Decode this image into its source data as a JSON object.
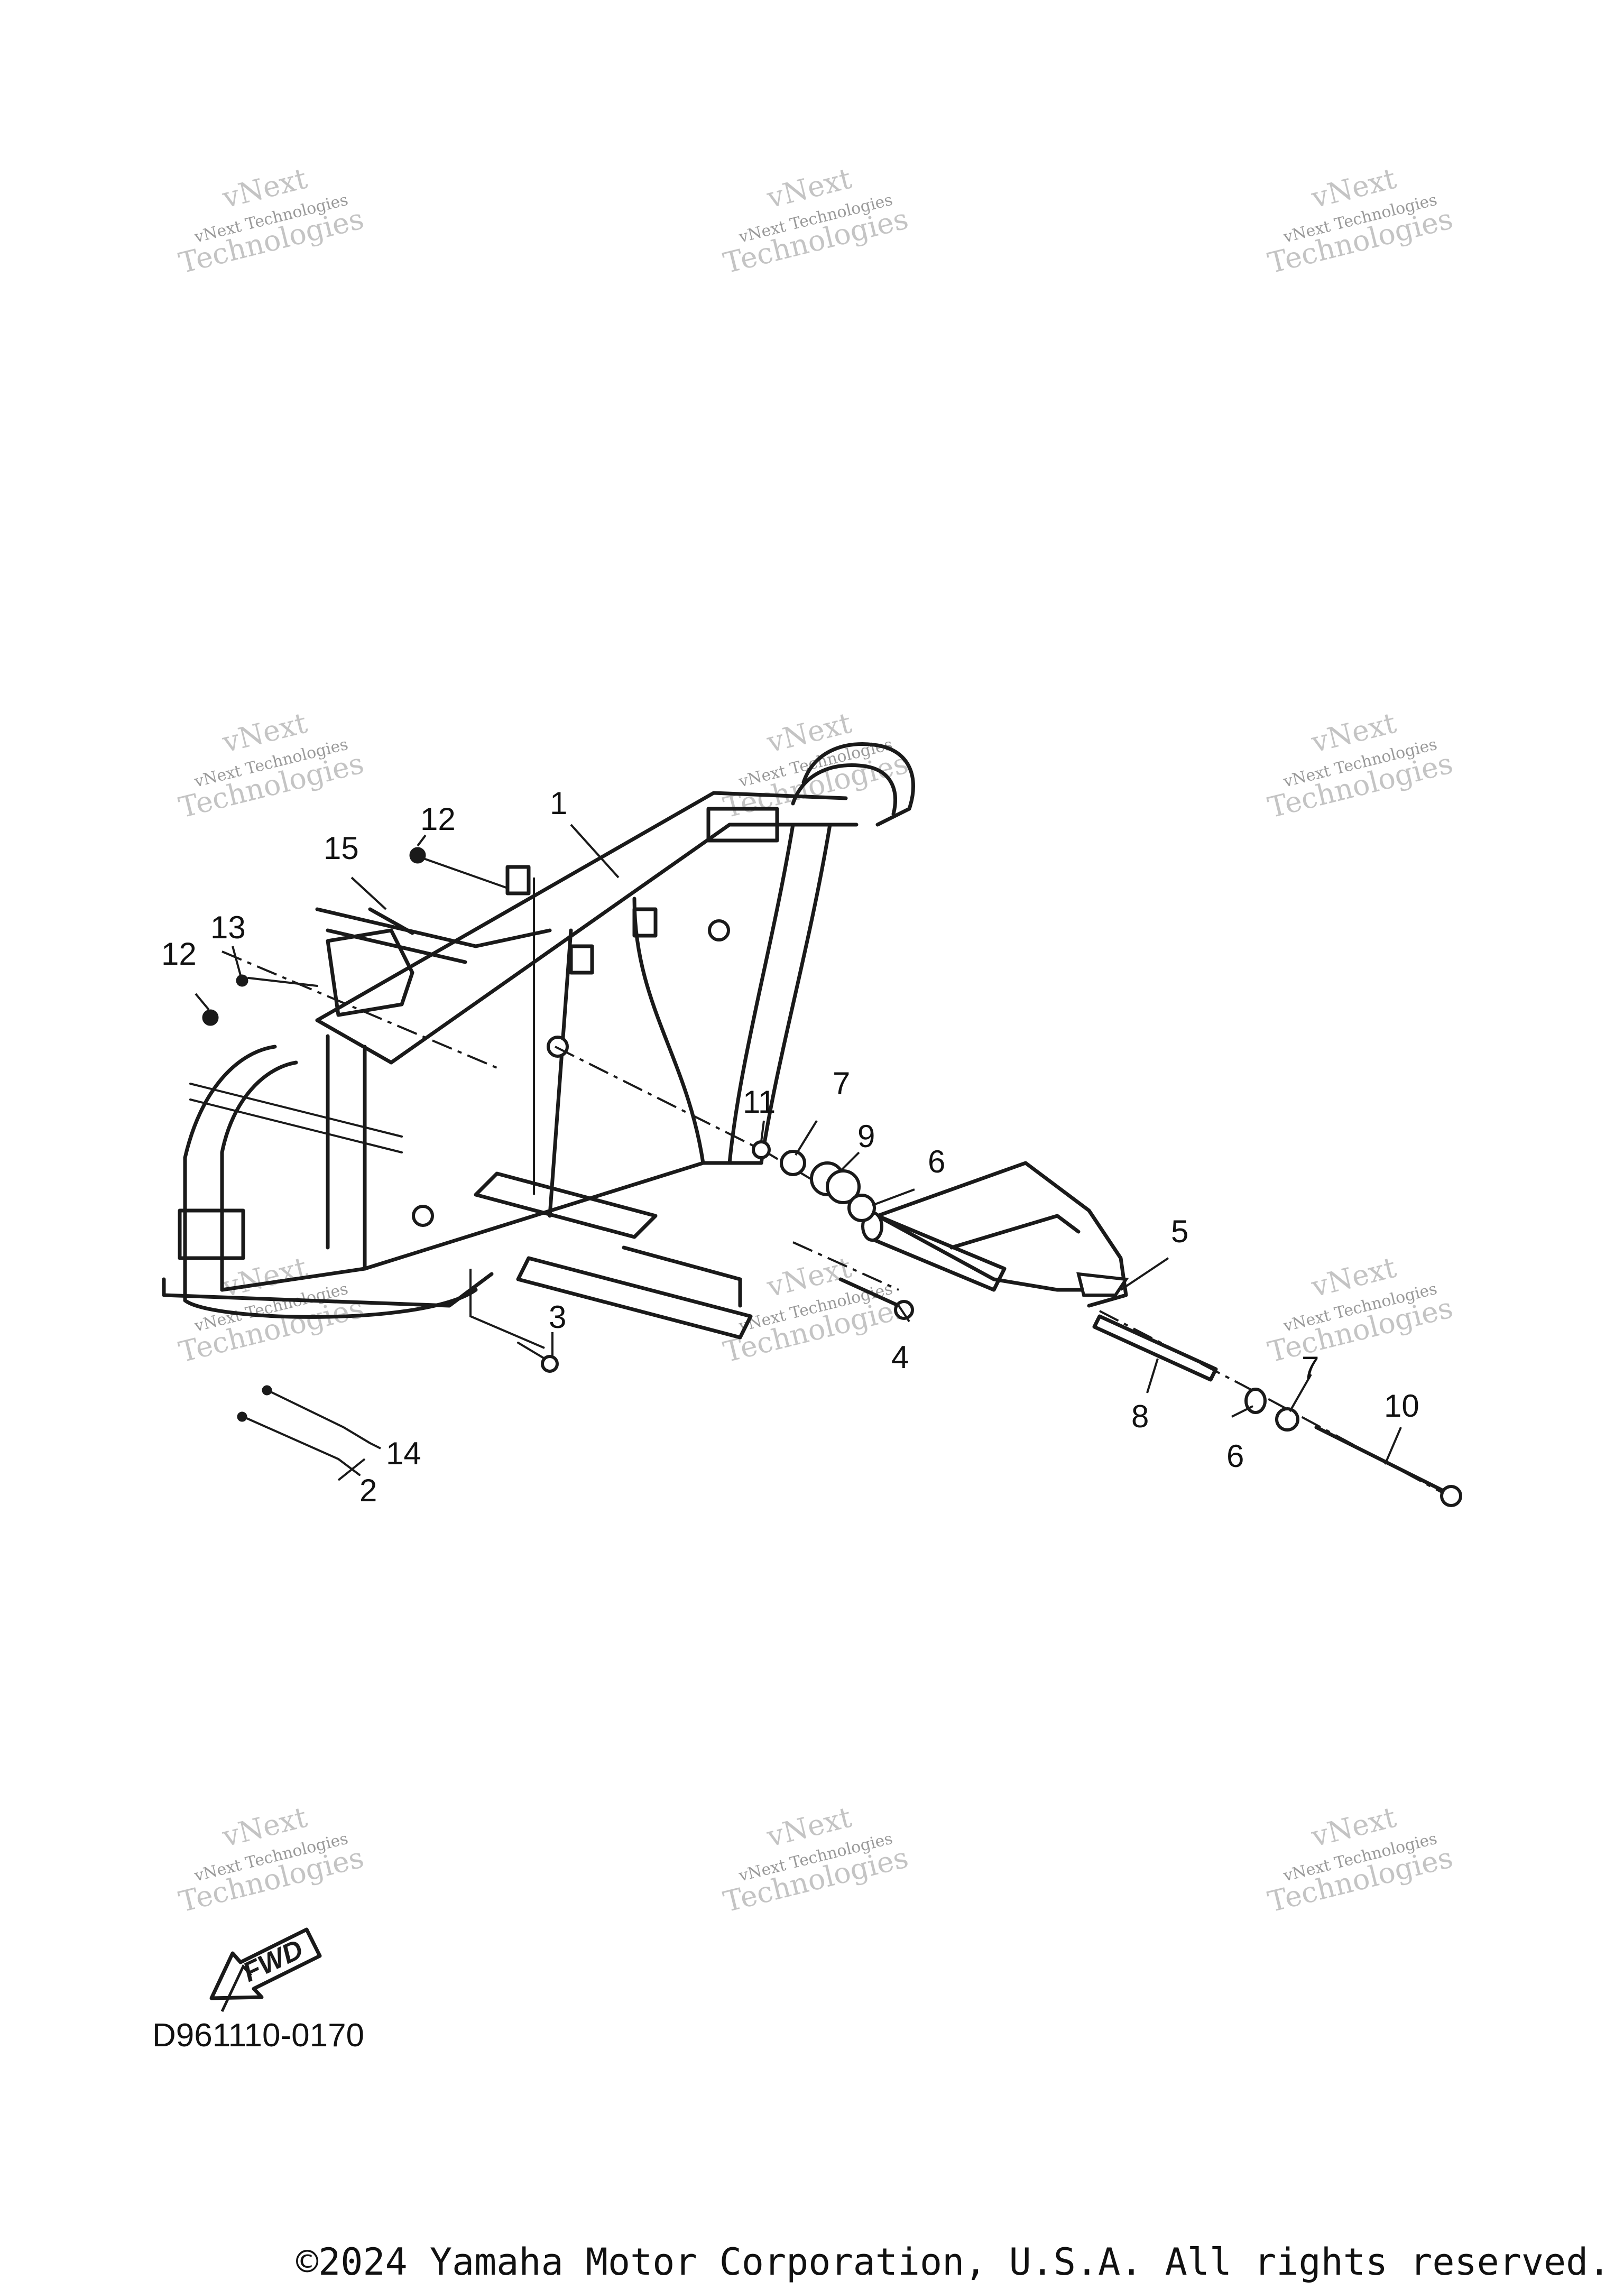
{
  "watermark": {
    "line1": "vNext",
    "line2": "vNext Technologies",
    "line3": "Technologies"
  },
  "callouts": {
    "c1": "1",
    "c2": "2",
    "c3": "3",
    "c4": "4",
    "c5": "5",
    "c6a": "6",
    "c6b": "6",
    "c7a": "7",
    "c7b": "7",
    "c8": "8",
    "c9": "9",
    "c10": "10",
    "c11": "11",
    "c12a": "12",
    "c12b": "12",
    "c13": "13",
    "c14": "14",
    "c15": "15"
  },
  "fwd_label": "FWD",
  "diagram_code": "D961110-0170",
  "copyright": "©2024 Yamaha Motor Corporation, U.S.A. All rights reserved."
}
